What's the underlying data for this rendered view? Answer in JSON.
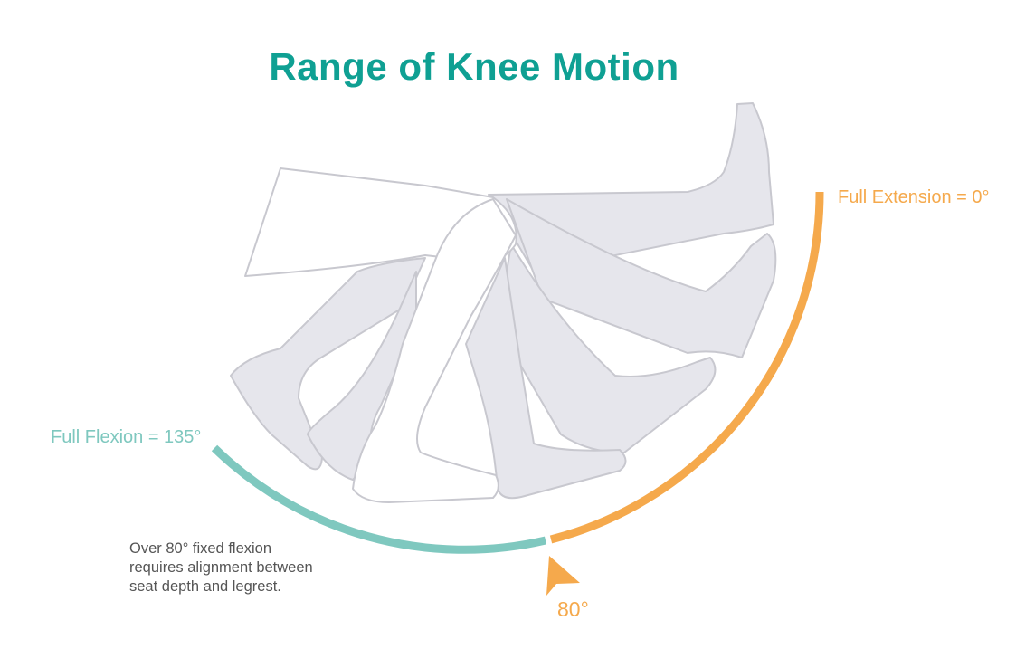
{
  "title": "Range of Knee Motion",
  "labels": {
    "extension": "Full Extension = 0°",
    "flexion": "Full Flexion = 135°",
    "marker": "80°"
  },
  "note": [
    "Over 80° fixed flexion",
    "requires alignment between",
    "seat depth and legrest."
  ],
  "colors": {
    "title": "#0fa093",
    "extension_arc": "#f5a94c",
    "flexion_arc": "#7fc8bf",
    "leg_fill": "#e6e6ec",
    "leg_stroke": "#c8c8cf"
  }
}
